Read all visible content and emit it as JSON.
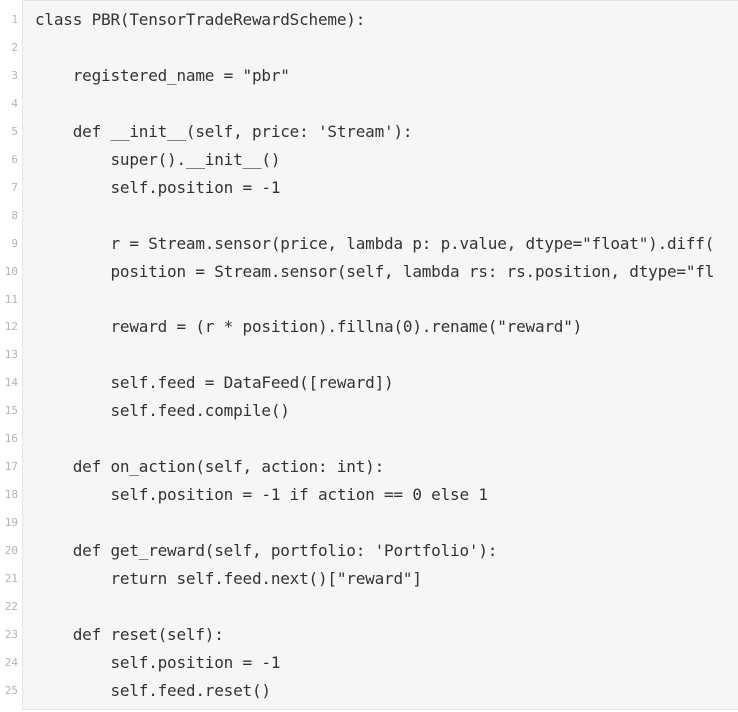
{
  "code": {
    "lines": [
      {
        "n": "1",
        "text": "class PBR(TensorTradeRewardScheme):"
      },
      {
        "n": "2",
        "text": ""
      },
      {
        "n": "3",
        "text": "    registered_name = \"pbr\""
      },
      {
        "n": "4",
        "text": ""
      },
      {
        "n": "5",
        "text": "    def __init__(self, price: 'Stream'):"
      },
      {
        "n": "6",
        "text": "        super().__init__()"
      },
      {
        "n": "7",
        "text": "        self.position = -1"
      },
      {
        "n": "8",
        "text": ""
      },
      {
        "n": "9",
        "text": "        r = Stream.sensor(price, lambda p: p.value, dtype=\"float\").diff("
      },
      {
        "n": "10",
        "text": "        position = Stream.sensor(self, lambda rs: rs.position, dtype=\"fl"
      },
      {
        "n": "11",
        "text": ""
      },
      {
        "n": "12",
        "text": "        reward = (r * position).fillna(0).rename(\"reward\")"
      },
      {
        "n": "13",
        "text": ""
      },
      {
        "n": "14",
        "text": "        self.feed = DataFeed([reward])"
      },
      {
        "n": "15",
        "text": "        self.feed.compile()"
      },
      {
        "n": "16",
        "text": ""
      },
      {
        "n": "17",
        "text": "    def on_action(self, action: int):"
      },
      {
        "n": "18",
        "text": "        self.position = -1 if action == 0 else 1"
      },
      {
        "n": "19",
        "text": ""
      },
      {
        "n": "20",
        "text": "    def get_reward(self, portfolio: 'Portfolio'):"
      },
      {
        "n": "21",
        "text": "        return self.feed.next()[\"reward\"]"
      },
      {
        "n": "22",
        "text": ""
      },
      {
        "n": "23",
        "text": "    def reset(self):"
      },
      {
        "n": "24",
        "text": "        self.position = -1"
      },
      {
        "n": "25",
        "text": "        self.feed.reset()"
      }
    ]
  }
}
